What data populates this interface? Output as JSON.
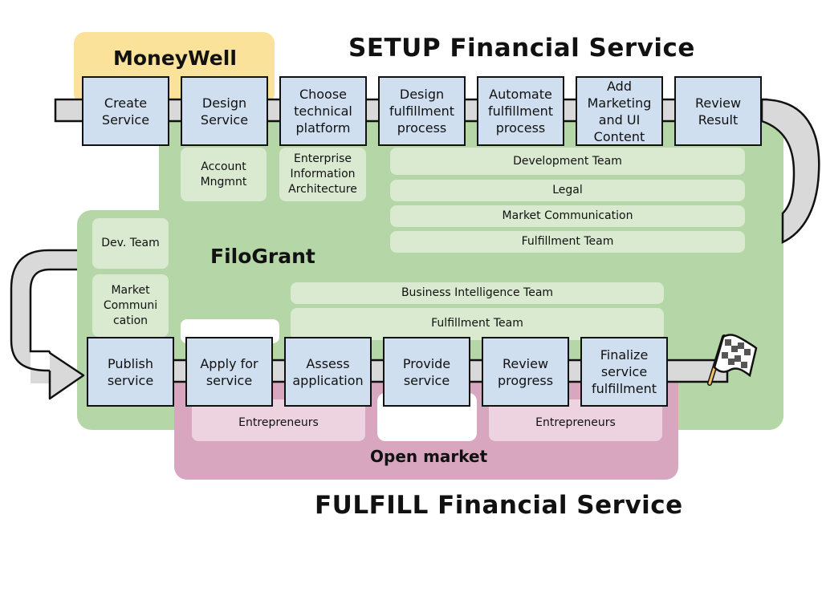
{
  "titles": {
    "setup": "SETUP Financial Service",
    "fulfill": "FULFILL Financial Service"
  },
  "organizations": {
    "moneywell": "MoneyWell",
    "filogrant": "FiloGrant",
    "open_market": "Open market"
  },
  "top_steps": [
    "Create Service",
    "Design Service",
    "Choose technical platform",
    "Design fulfillment process",
    "Automate fulfillment process",
    "Add Marketing and UI Content",
    "Review Result"
  ],
  "bottom_steps": [
    "Publish service",
    "Apply for service",
    "Assess application",
    "Provide service",
    "Review progress",
    "Finalize service fulfillment"
  ],
  "setup_roles": {
    "account_mgmt": "Account Mngmnt",
    "enterprise_arch": "Enterprise Information Architecture",
    "development_team": "Development Team",
    "legal": "Legal",
    "market_communication": "Market Communication",
    "fulfillment_team": "Fulfillment Team"
  },
  "fulfill_roles": {
    "dev_team": "Dev. Team",
    "market_communication": "Market Communi cation",
    "business_intelligence": "Business Intelligence Team",
    "fulfillment_team": "Fulfillment Team",
    "entrepreneurs_left": "Entrepreneurs",
    "entrepreneurs_right": "Entrepreneurs"
  },
  "colors": {
    "moneywell": "#fbe29a",
    "filogrant": "#b5d6a6",
    "filogrant_sub": "#d9ead1",
    "open_market": "#d8a6be",
    "open_market_sub": "#ecd3df",
    "step_box": "#cfdff0",
    "track": "#d9d9d9"
  },
  "icons": {
    "finish": "checkered-flag-icon"
  }
}
